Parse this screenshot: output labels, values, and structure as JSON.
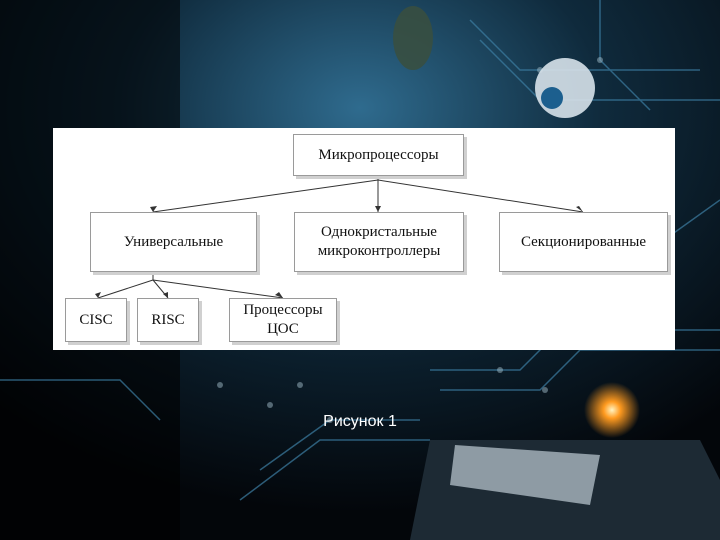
{
  "diagram": {
    "root": "Микропроцессоры",
    "level2": [
      "Универсальные",
      "Однокристальные\nмикроконтроллеры",
      "Секционированные"
    ],
    "level3": [
      "CISC",
      "RISC",
      "Процессоры\nЦОС"
    ]
  },
  "caption": "Рисунок 1"
}
